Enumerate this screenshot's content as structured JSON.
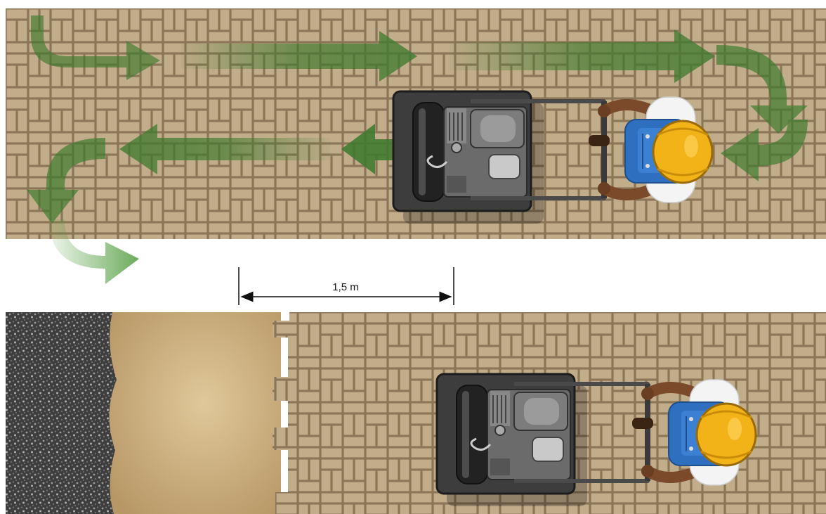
{
  "dimension": {
    "label": "1,5 m"
  },
  "colors": {
    "paver": "#b7a17e",
    "paver_joint": "#8c7658",
    "sand": "#c8ab7a",
    "gravel": "#4b4b4b",
    "arrow_green": "#3f7a2e",
    "machine_body": "#5e5e5e",
    "machine_dark": "#2e2e2e",
    "shirt_blue": "#2f6fbf",
    "helmet_yellow": "#f2b318",
    "skin": "#7a4a2a"
  },
  "panels": [
    {
      "name": "compaction-pattern",
      "machines": 1
    },
    {
      "name": "edge-start",
      "machines": 1
    }
  ]
}
